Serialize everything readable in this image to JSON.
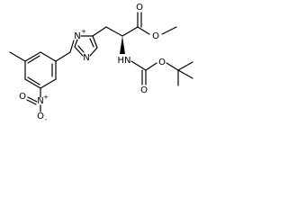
{
  "molecule": {
    "atom_labels": {
      "n_plus": "N",
      "n_plus_charge": "+",
      "n_ring": "N",
      "o_ester_carbonyl": "O",
      "o_ester_methoxy": "O",
      "nh": "HN",
      "o_boc_carbonyl": "O",
      "o_boc_ether": "O",
      "n_nitro": "N",
      "n_nitro_charge": "+",
      "o_nitro_upper": "O",
      "o_nitro_lower": "O",
      "o_nitro_lower_charge": "-"
    }
  },
  "colors": {
    "bond": "#000000",
    "background": "#ffffff"
  }
}
